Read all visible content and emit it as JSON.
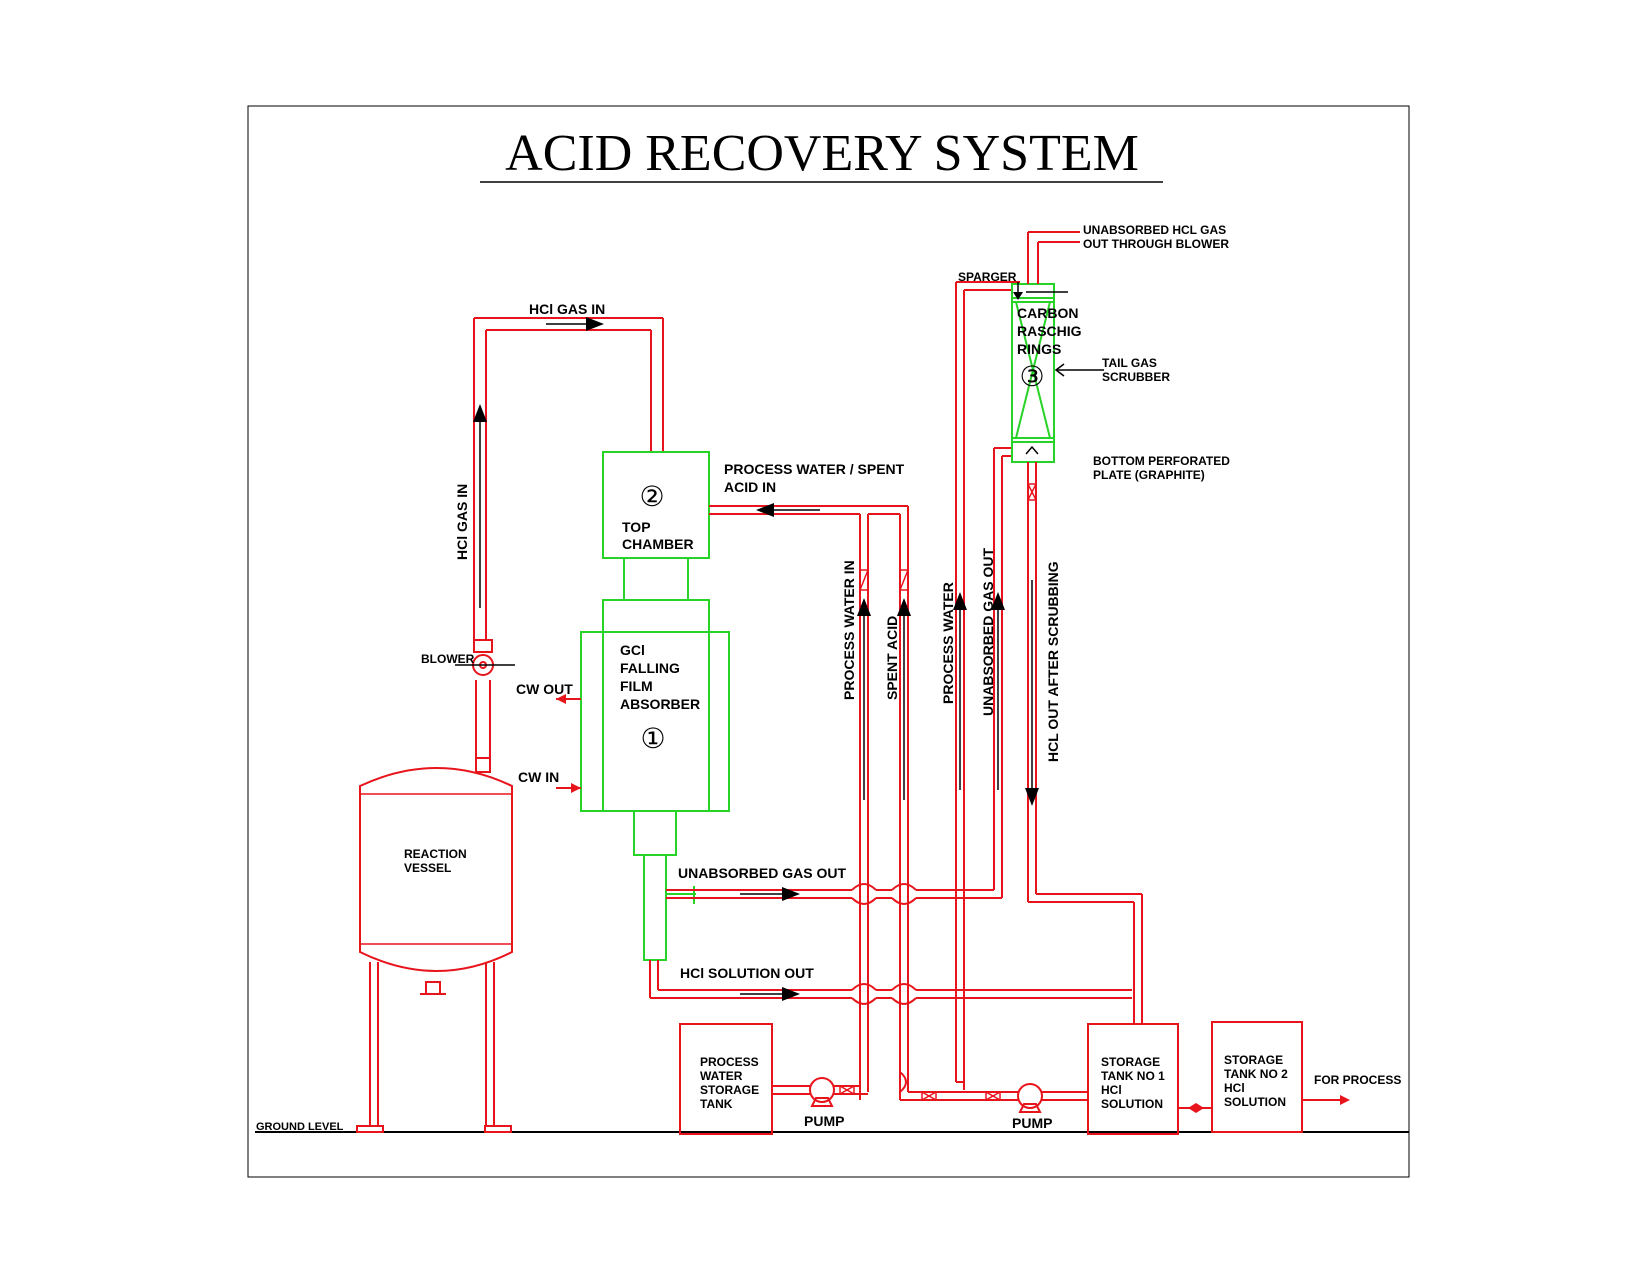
{
  "title": "ACID RECOVERY SYSTEM",
  "colors": {
    "pipe": "#e8141c",
    "equipment": "#26d326",
    "text": "#000000"
  },
  "equipment": {
    "absorber": {
      "number": "①",
      "lines": [
        "GCl",
        "FALLING",
        "FILM",
        "ABSORBER"
      ]
    },
    "top_chamber": {
      "number": "②",
      "lines": [
        "TOP",
        "CHAMBER"
      ]
    },
    "scrubber": {
      "number": "③",
      "lines": [
        "CARBON",
        "RASCHIG",
        "RINGS"
      ]
    },
    "reaction_vessel": {
      "lines": [
        "REACTION",
        "VESSEL"
      ]
    },
    "process_water_tank": {
      "lines": [
        "PROCESS",
        "WATER",
        "STORAGE",
        "TANK"
      ]
    },
    "storage_tank_1": {
      "lines": [
        "STORAGE",
        "TANK NO 1",
        "HCl",
        "SOLUTION"
      ]
    },
    "storage_tank_2": {
      "lines": [
        "STORAGE",
        "TANK NO 2",
        "HCl",
        "SOLUTION"
      ]
    }
  },
  "labels": {
    "hcl_gas_in_top": "HCl  GAS IN",
    "hcl_gas_in_vertical": "HCl  GAS IN",
    "blower": "BLOWER",
    "cw_out": "CW OUT",
    "cw_in": "CW IN",
    "process_water_spent_acid_in": [
      "PROCESS WATER / SPENT",
      "ACID IN"
    ],
    "unabsorbed_gas_out": "UNABSORBED GAS OUT",
    "hcl_solution_out": "HCl SOLUTION OUT",
    "process_water_in": "PROCESS WATER IN",
    "spent_acid": "SPENT ACID",
    "process_water": "PROCESS WATER",
    "unabsorbed_gas_out_vertical": "UNABSORBED GAS OUT",
    "hcl_out_after_scrubbing": "HCL OUT AFTER SCRUBBING",
    "unabsorbed_hcl_gas": [
      "UNABSORBED HCL GAS",
      "OUT THROUGH BLOWER"
    ],
    "sparger": "SPARGER",
    "tail_gas_scrubber": [
      "TAIL GAS",
      "SCRUBBER"
    ],
    "bottom_plate": [
      "BOTTOM PERFORATED",
      "PLATE (GRAPHITE)"
    ],
    "pump_1": "PUMP",
    "pump_2": "PUMP",
    "for_process": "FOR PROCESS",
    "ground_level": "GROUND LEVEL"
  }
}
